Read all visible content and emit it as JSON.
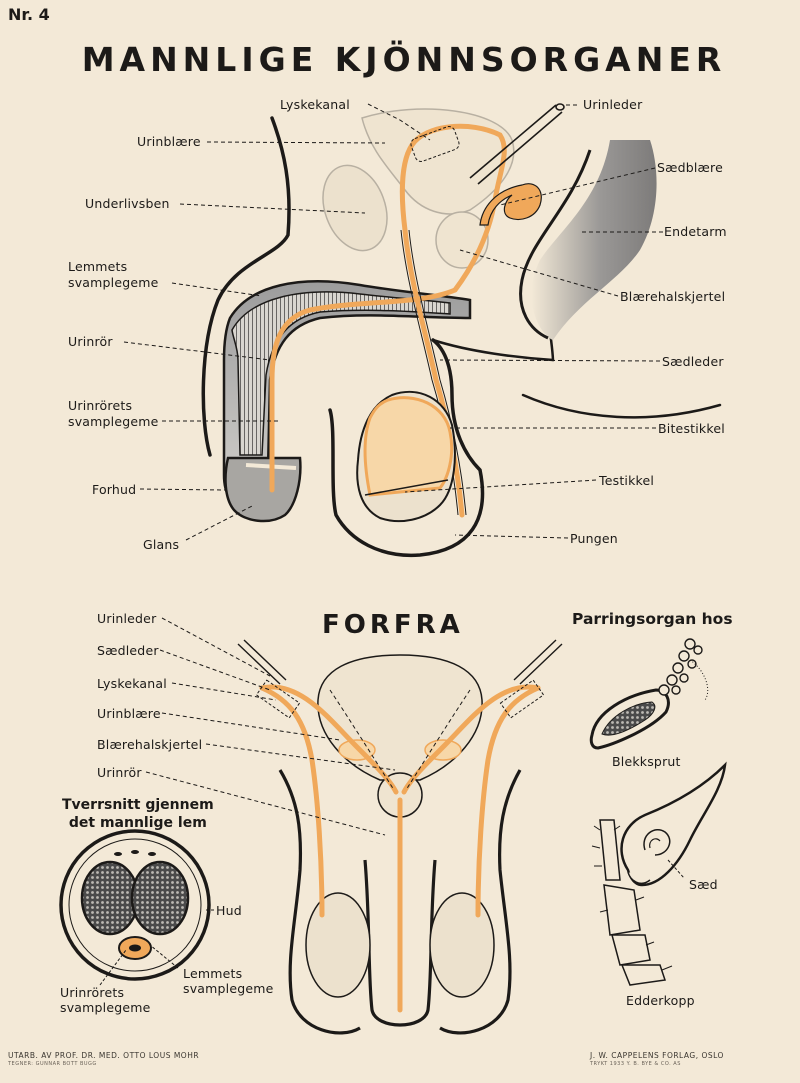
{
  "poster": {
    "number": "Nr. 4",
    "title": "MANNLIGE KJÖNNSORGANER",
    "colors": {
      "background": "#f3e9d7",
      "accent": "#f0a85a",
      "ink": "#1c1a18",
      "shade": "#8c8a88"
    }
  },
  "side_view": {
    "labels": {
      "lyskekanal": "Lyskekanal",
      "urinleder": "Urinleder",
      "urinblaere": "Urinblære",
      "saedblaere": "Sædblære",
      "underlivsben": "Underlivsben",
      "endetarm": "Endetarm",
      "lemmets_1": "Lemmets",
      "lemmets_2": "svamplegeme",
      "blaerehalskjertel": "Blærehalskjertel",
      "urinror": "Urinrör",
      "saedleder": "Sædleder",
      "urinrorets_1": "Urinrörets",
      "urinrorets_2": "svamplegeme",
      "bitestikkel": "Bitestikkel",
      "forhud": "Forhud",
      "testikkel": "Testikkel",
      "glans": "Glans",
      "pungen": "Pungen"
    }
  },
  "front_view": {
    "heading": "FORFRA",
    "labels": {
      "urinleder": "Urinleder",
      "saedleder": "Sædleder",
      "lyskekanal": "Lyskekanal",
      "urinblaere": "Urinblære",
      "blaerehalskjertel": "Blærehalskjertel",
      "urinror": "Urinrör"
    }
  },
  "cross_section": {
    "heading_1": "Tverrsnitt gjennem",
    "heading_2": "det mannlige lem",
    "labels": {
      "hud": "Hud",
      "urinrorets_1": "Urinrörets",
      "urinrorets_2": "svamplegeme",
      "lemmets_1": "Lemmets",
      "lemmets_2": "svamplegeme"
    }
  },
  "mating_organs": {
    "heading": "Parringsorgan hos",
    "labels": {
      "blekksprut": "Blekksprut",
      "saed": "Sæd",
      "edderkopp": "Edderkopp"
    }
  },
  "footer": {
    "left_1": "UTARB. AV PROF. DR. MED. OTTO LOUS MOHR",
    "left_2": "TEGNER: GUNNAR BOTT BUGG",
    "right_1": "J. W. CAPPELENS FORLAG, OSLO",
    "right_2": "TRYKT 1933 Y. B. BYE & CO. AS"
  }
}
